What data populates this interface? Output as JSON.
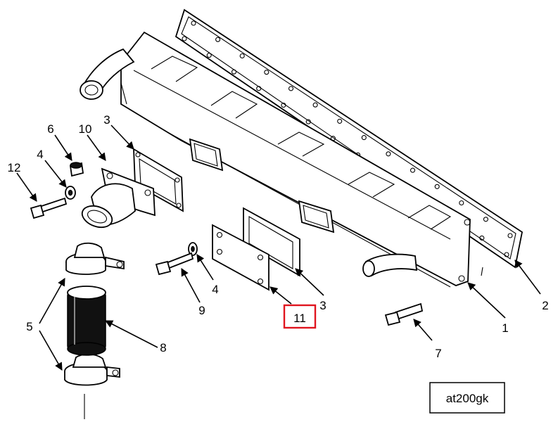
{
  "callouts": [
    {
      "id": "c1",
      "label": "1"
    },
    {
      "id": "c2",
      "label": "2"
    },
    {
      "id": "c3a",
      "label": "3"
    },
    {
      "id": "c3b",
      "label": "3"
    },
    {
      "id": "c4a",
      "label": "4"
    },
    {
      "id": "c4b",
      "label": "4"
    },
    {
      "id": "c5",
      "label": "5"
    },
    {
      "id": "c6",
      "label": "6"
    },
    {
      "id": "c7",
      "label": "7"
    },
    {
      "id": "c8",
      "label": "8"
    },
    {
      "id": "c9",
      "label": "9"
    },
    {
      "id": "c10",
      "label": "10"
    },
    {
      "id": "c11",
      "label": "11"
    },
    {
      "id": "c12",
      "label": "12"
    }
  ],
  "highlighted_callout": "11",
  "highlight_color": "#e0141e",
  "reference_code": "at200gk"
}
